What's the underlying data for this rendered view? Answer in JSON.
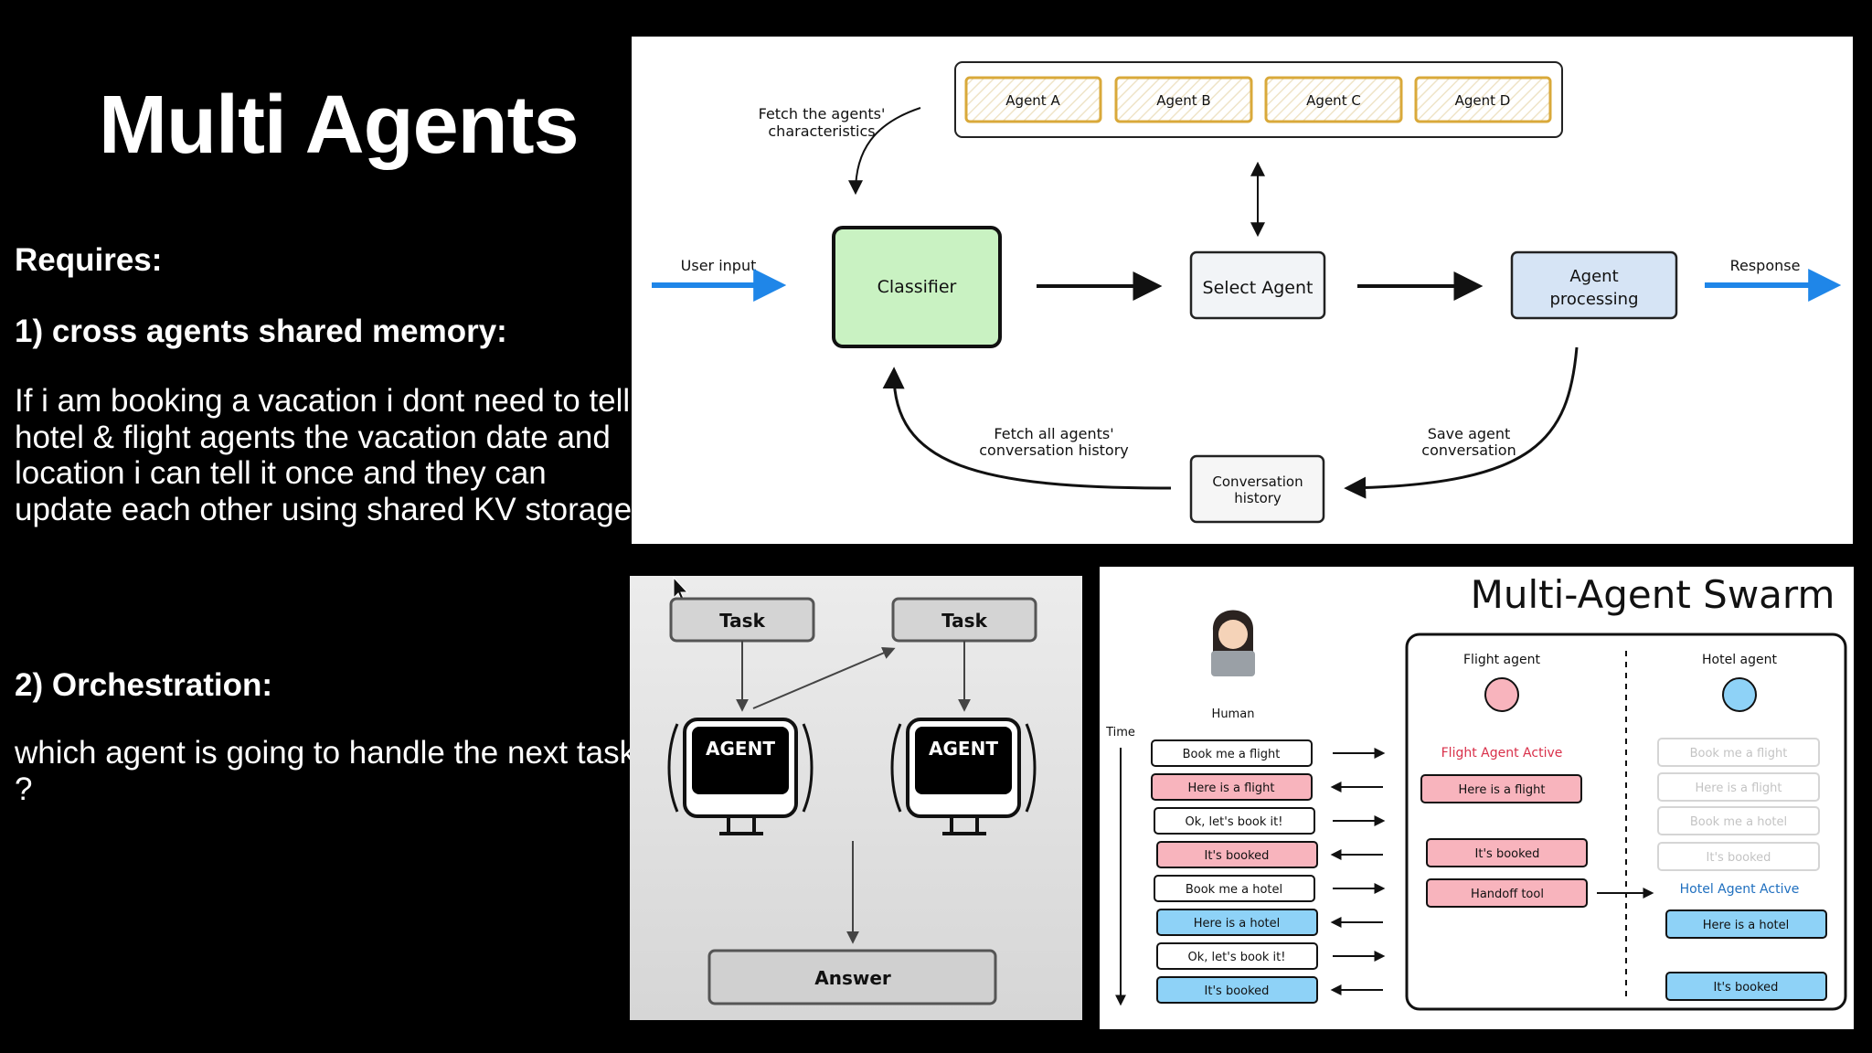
{
  "slide": {
    "title": "Multi Agents",
    "requires": "Requires:",
    "point1_heading": "1) cross agents shared memory:",
    "point1_body": "If i am booking a vacation i dont need to tell hotel & flight agents the vacation date and location i can tell it once and they can update each other using shared KV storage",
    "point2_heading": "2) Orchestration:",
    "point2_body": "which agent is going to handle the next task ?"
  },
  "top_diagram": {
    "agents": [
      "Agent A",
      "Agent B",
      "Agent C",
      "Agent D"
    ],
    "fetch_characteristics": [
      "Fetch the agents'",
      "characteristics"
    ],
    "user_input": "User input",
    "classifier": "Classifier",
    "select_agent": "Select Agent",
    "agent_processing": [
      "Agent",
      "processing"
    ],
    "response": "Response",
    "fetch_history": [
      "Fetch all agents'",
      "conversation history"
    ],
    "save_conversation": [
      "Save agent",
      "conversation"
    ],
    "conversation_history": [
      "Conversation",
      "history"
    ],
    "colors": {
      "classifier": "#c9f2c2",
      "select": "#f2f4f7",
      "processing": "#d6e4f5",
      "agents_border": "#d9a93a",
      "arrow_blue": "#1f86e8"
    }
  },
  "bottom_left_diagram": {
    "task_left": "Task",
    "task_right": "Task",
    "agent_left": "AGENT",
    "agent_right": "AGENT",
    "answer": "Answer"
  },
  "swarm_diagram": {
    "title": "Multi-Agent Swarm",
    "human": "Human",
    "time": "Time",
    "flight_agent": "Flight agent",
    "hotel_agent": "Hotel agent",
    "flight_active": "Flight Agent Active",
    "hotel_active": "Hotel Agent Active",
    "timeline": [
      {
        "text": "Book me a flight",
        "color": "white"
      },
      {
        "text": "Here is a flight",
        "color": "pink"
      },
      {
        "text": "Ok, let's book it!",
        "color": "white"
      },
      {
        "text": "It's booked",
        "color": "pink"
      },
      {
        "text": "Book me a hotel",
        "color": "white"
      },
      {
        "text": "Here is a hotel",
        "color": "blue"
      },
      {
        "text": "Ok, let's book it!",
        "color": "white"
      },
      {
        "text": "It's booked",
        "color": "blue"
      }
    ],
    "flight_messages": [
      "Here is a flight",
      "It's booked",
      "Handoff tool"
    ],
    "hotel_faded": [
      "Book me a flight",
      "Here is a flight",
      "Book me a hotel",
      "It's booked"
    ],
    "hotel_messages": [
      "Here is a hotel",
      "It's booked"
    ],
    "colors": {
      "pink": "#f8b4bd",
      "blue": "#8ed2f7",
      "active_red": "#d9304a",
      "active_blue": "#1f6fbf"
    }
  }
}
